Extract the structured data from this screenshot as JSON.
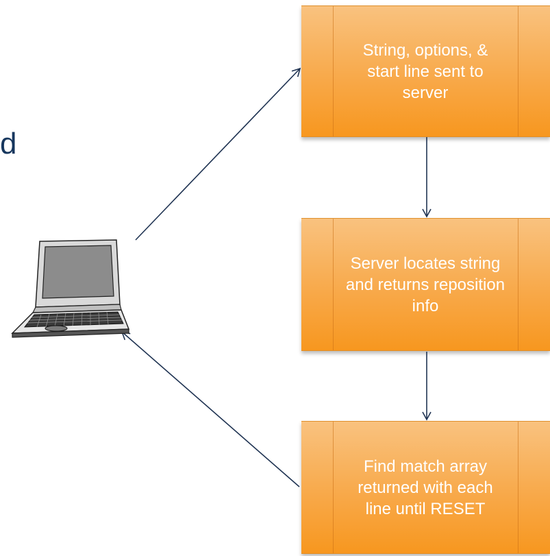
{
  "fragment_text": "d",
  "steps": [
    {
      "label": "String, options, & start line sent to server"
    },
    {
      "label": "Server locates string and returns reposition info"
    },
    {
      "label": "Find match array returned with each line until RESET"
    }
  ],
  "colors": {
    "box_fill": "#f8a94a",
    "box_text": "#ffffff",
    "arrow": "#1f3352",
    "fragment_text": "#17375e"
  },
  "icons": {
    "client": "laptop-icon"
  }
}
